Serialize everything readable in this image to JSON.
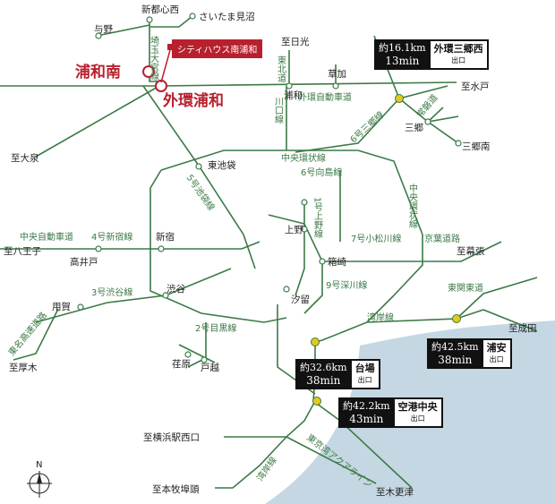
{
  "brand": {
    "green": "#3b7a45",
    "red": "#b8202e",
    "sea": "#c4d7e2",
    "dot": "#e4c81c"
  },
  "destination": {
    "label": "シティハウス南浦和"
  },
  "big_stations": {
    "urawa_minami": "浦和南",
    "gaikan_urawa": "外環浦和"
  },
  "stations": {
    "shintoshin_nishi": "新都心西",
    "saitama_minuma": "さいたま見沼",
    "yono": "与野",
    "urawa": "浦和",
    "soka": "草加",
    "misato": "三郷",
    "misato_minami": "三郷南",
    "higashi_ikebukuro": "東池袋",
    "ueno": "上野",
    "shinjuku": "新宿",
    "takaido": "高井戸",
    "hakozaki": "箱崎",
    "shiodome": "汐留",
    "shibuya": "渋谷",
    "yoga": "用賀",
    "ebara": "荏原",
    "togoshi": "戸越"
  },
  "directions": {
    "nikko": "至日光",
    "mito": "至水戸",
    "oizumi": "至大泉",
    "hachioji": "至八王子",
    "makuhari": "至幕張",
    "narita": "至成田",
    "atsugi": "至厚木",
    "yokohama": "至横浜駅西口",
    "honmoku": "至本牧埠頭",
    "kisarazu": "至木更津"
  },
  "lines": {
    "saitama_omiya": "埼玉大宮線",
    "tohoku_expwy": "東北道",
    "gaikan_expwy": "外環自動車道",
    "kawaguchi": "川口線",
    "misato_line": "6号三郷線",
    "joban": "常磐道",
    "central_circular": "中央環状線",
    "mukojima": "6号向島線",
    "ikebukuro": "5号池袋線",
    "central_circular_v": "中央環状線",
    "chuo_expwy": "中央自動車道",
    "shinjuku_line": "4号新宿線",
    "ueno_line": "1号上野線",
    "komatsugawa": "7号小松川線",
    "keiyo": "京葉道路",
    "shibuya_line": "3号渋谷線",
    "fukagawa": "9号深川線",
    "meguro": "2号目黒線",
    "bayshore": "湾岸線",
    "higashikanto": "東関東道",
    "tomei": "東名高速道路",
    "bayshore_lower": "湾岸線",
    "aqualine": "東京湾アクアライン"
  },
  "exits": [
    {
      "distance": "約16.1km",
      "time": "13min",
      "name": "外環三郷西",
      "type": "出口"
    },
    {
      "distance": "約42.5km",
      "time": "38min",
      "name": "浦安",
      "type": "出口"
    },
    {
      "distance": "約32.6km",
      "time": "38min",
      "name": "台場",
      "type": "出口"
    },
    {
      "distance": "約42.2km",
      "time": "43min",
      "name": "空港中央",
      "type": "出口"
    }
  ],
  "compass": {
    "north": "N"
  }
}
